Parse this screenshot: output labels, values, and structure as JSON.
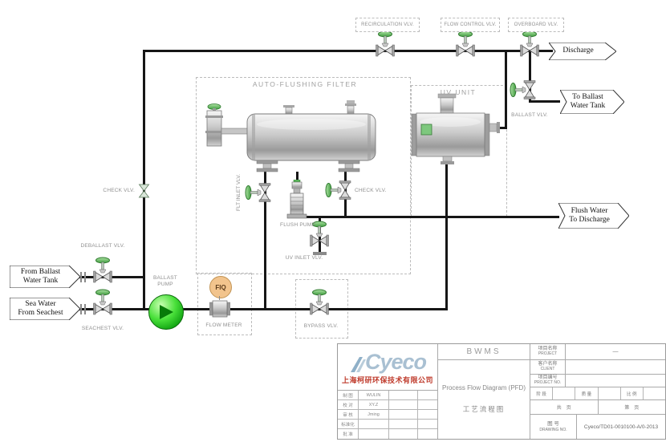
{
  "colors": {
    "pipe": "#161616",
    "valve_green": "#3c9a3c",
    "pump_green": "#18b515",
    "fiq_fill": "#f2c48d",
    "logo_blue": "#a9c0d2",
    "company_red": "#bf3a2b",
    "label_grey": "#8f8f8f"
  },
  "sections": {
    "filter_title": "AUTO-FLUSHING FILTER",
    "uv_title": "UV UNIT"
  },
  "valves": {
    "recirculation": "RECIRCULATION  VLV.",
    "flow_control": "FLOW CONTROL  VLV.",
    "overboard": "OVERBOARD VLV.",
    "ballast": "BALLAST  VLV.",
    "check_left": "CHECK VLV.",
    "check_filter": "CHECK VLV.",
    "deballast": "DEBALLAST VLV.",
    "seachest": "SEACHEST VLV.",
    "flt_inlet": "FLT INLET VLV.",
    "uv_inlet": "UV INLET VLV.",
    "bypass": "BYPASS VLV."
  },
  "equipment": {
    "ballast_pump_line1": "BALLAST",
    "ballast_pump_line2": "PUMP",
    "flush_pump": "FLUSH PUMP",
    "flow_meter": "FLOW METER",
    "fiq_tag": "FIQ"
  },
  "banners": {
    "discharge": "Discharge",
    "to_ballast_line1": "To Ballast",
    "to_ballast_line2": "Water Tank",
    "flush_line1": "Flush Water",
    "flush_line2": "To Discharge",
    "from_ballast_line1": "From Ballast",
    "from_ballast_line2": "Water Tank",
    "sea_line1": "Sea Water",
    "sea_line2": "From Seachest"
  },
  "title_block": {
    "logo_text": "Cyeco",
    "company_cn": "上海柯研环保技术有限公司",
    "system": "BWMS",
    "doc_title_en": "Process Flow Diagram (PFD)",
    "doc_title_cn": "工艺流程图",
    "project_label_cn": "项目名称",
    "project_label_en": "PROJECT",
    "project_value": "—",
    "client_label_cn": "客户名称",
    "client_label_en": "CLIENT",
    "project_no_label_cn": "项目编号",
    "project_no_label_en": "PROJECT NO.",
    "stage_label": "阶 段",
    "quality_label": "质 量",
    "scale_label": "比 例",
    "sheet_total_label": "共　页",
    "sheet_no_label": "第　页",
    "drawing_label_cn": "图 号",
    "drawing_label_en": "DRAWING NO.",
    "drawing_no": "Cyeco/TD01-0010100-A/0-2013",
    "sign_rows": [
      {
        "label": "制 图",
        "value": "WULIN"
      },
      {
        "label": "校 对",
        "value": "XY.Z"
      },
      {
        "label": "审 核",
        "value": "Jming"
      },
      {
        "label": "标准化",
        "value": ""
      },
      {
        "label": "批 准",
        "value": ""
      }
    ]
  }
}
